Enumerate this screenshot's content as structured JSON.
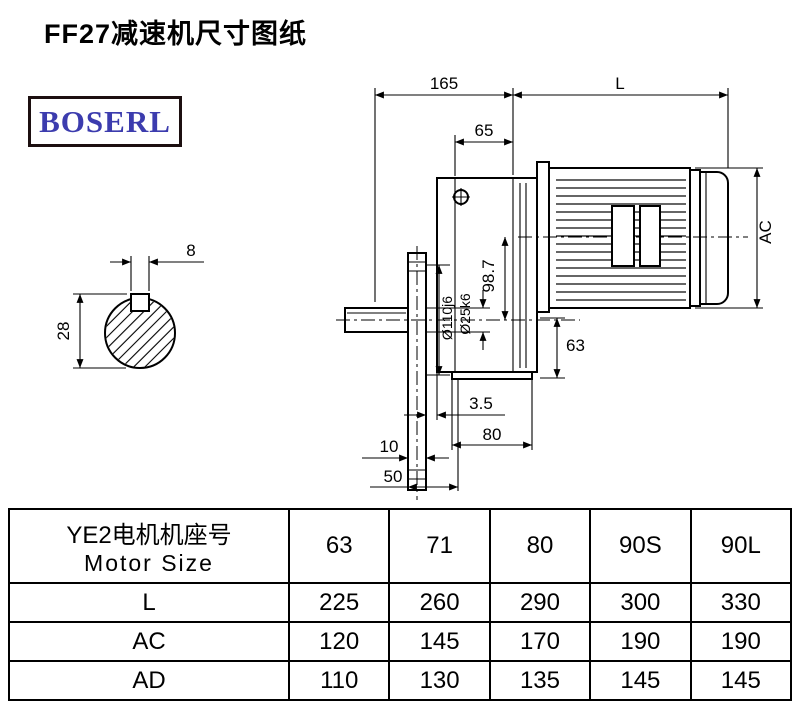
{
  "page": {
    "title": "FF27减速机尺寸图纸",
    "brand": "BOSERL",
    "brand_color": "#3c3cae"
  },
  "drawing": {
    "dim_165": "165",
    "dim_L": "L",
    "dim_65": "65",
    "dim_AC": "AC",
    "dim_98_7": "98.7",
    "dim_63": "63",
    "dim_flange_dia": "Ø110j6",
    "dim_shaft_dia": "Ø25k6",
    "dim_3_5": "3.5",
    "dim_80": "80",
    "dim_10": "10",
    "dim_50": "50",
    "dim_key_width": "8",
    "dim_key_height": "28"
  },
  "table": {
    "header": {
      "line1": "YE2电机机座号",
      "line2": "Motor Size",
      "sizes": [
        "63",
        "71",
        "80",
        "90S",
        "90L"
      ]
    },
    "rows": [
      {
        "label": "L",
        "values": [
          "225",
          "260",
          "290",
          "300",
          "330"
        ]
      },
      {
        "label": "AC",
        "values": [
          "120",
          "145",
          "170",
          "190",
          "190"
        ]
      },
      {
        "label": "AD",
        "values": [
          "110",
          "130",
          "135",
          "145",
          "145"
        ]
      }
    ]
  }
}
